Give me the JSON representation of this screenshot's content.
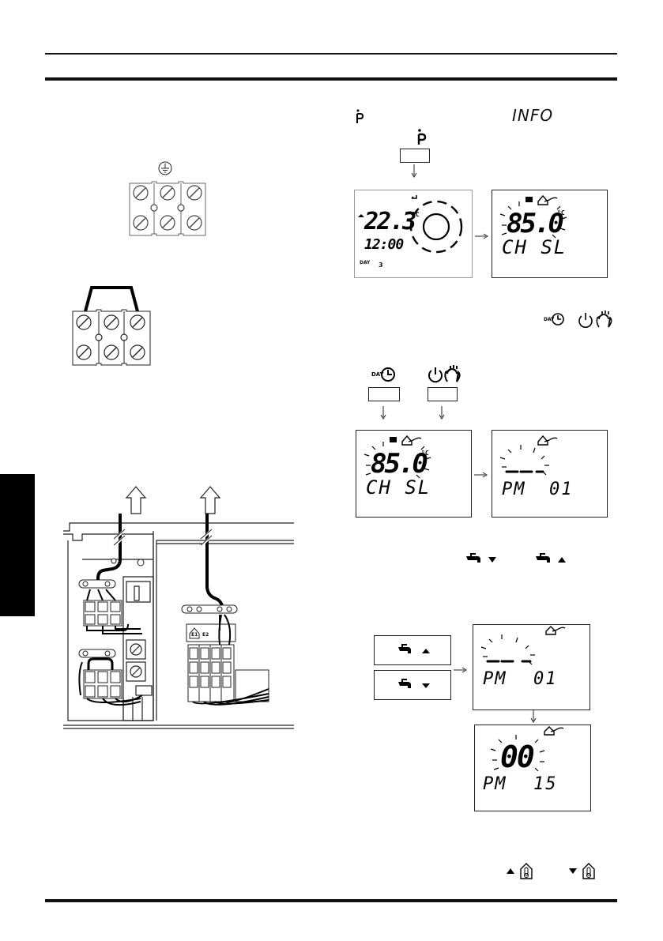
{
  "header": {
    "info_label": "INFO"
  },
  "terminal_top": {
    "earth_symbol": "⏚"
  },
  "display_1": {
    "temperature": "22.3",
    "unit": "°C",
    "time": "12:00",
    "day_label": "DAY",
    "day_value": "3"
  },
  "display_2": {
    "temperature": "85.0",
    "unit": "°C",
    "mode": "CH  SL"
  },
  "display_3": {
    "temperature": "85.0",
    "unit": "°C",
    "mode": "CH  SL"
  },
  "display_4": {
    "ampm": "PM",
    "value": "01"
  },
  "display_5": {
    "ampm": "PM",
    "value": "01"
  },
  "display_6": {
    "value": "00",
    "ampm": "PM",
    "minutes": "15"
  },
  "buttons": {
    "day_label": "DAY"
  },
  "wiring": {
    "terminal_label_1": "E1",
    "terminal_label_2": "E2"
  }
}
